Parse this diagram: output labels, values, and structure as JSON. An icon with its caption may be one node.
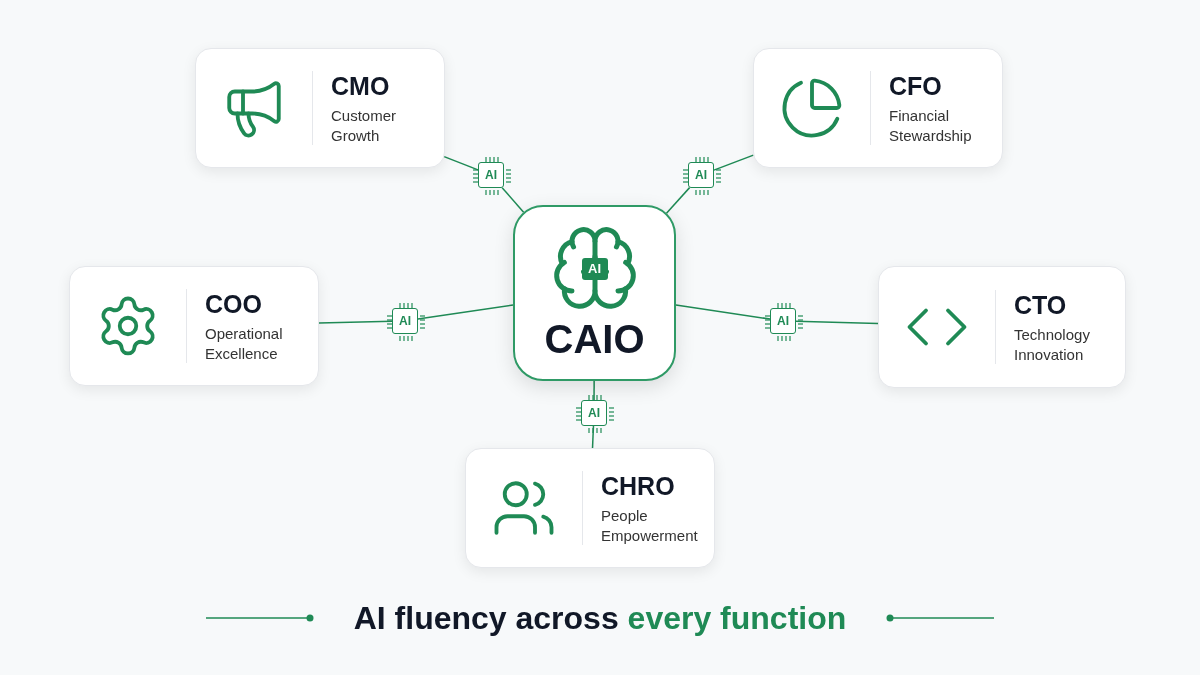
{
  "diagram": {
    "caption": "AI fluency across **every function**",
    "nodes": [
      {
        "text": [
          "CMO",
          "Customer Growth"
        ]
      },
      {
        "text": [
          "CFO",
          "Financial Stewardship"
        ]
      },
      {
        "text": [
          "AI"
        ]
      },
      {
        "text": [
          "AI"
        ]
      },
      {
        "text": [
          "CAIO"
        ]
      },
      {
        "text": [
          "COO",
          "Operational Excellence"
        ]
      },
      {
        "text": [
          "AI"
        ]
      },
      {
        "text": [
          "AI"
        ]
      },
      {
        "text": [
          "CTO",
          "Technology Innovation"
        ]
      },
      {
        "text": [
          "AI"
        ]
      },
      {
        "text": [
          "CHRO",
          "People Empowerment"
        ]
      }
    ],
    "edges": [
      {
        "from": 4,
        "to": 2,
        "arrow": "none"
      },
      {
        "from": 2,
        "to": 0,
        "arrow": "none"
      },
      {
        "from": 4,
        "to": 3,
        "arrow": "none"
      },
      {
        "from": 3,
        "to": 1,
        "arrow": "none"
      },
      {
        "from": 4,
        "to": 6,
        "arrow": "none"
      },
      {
        "from": 6,
        "to": 5,
        "arrow": "none"
      },
      {
        "from": 4,
        "to": 7,
        "arrow": "none"
      },
      {
        "from": 7,
        "to": 8,
        "arrow": "none"
      },
      {
        "from": 4,
        "to": 9,
        "arrow": "none"
      },
      {
        "from": 9,
        "to": 10,
        "arrow": "none"
      }
    ],
    "labels": [
      "AI"
    ]
  }
}
